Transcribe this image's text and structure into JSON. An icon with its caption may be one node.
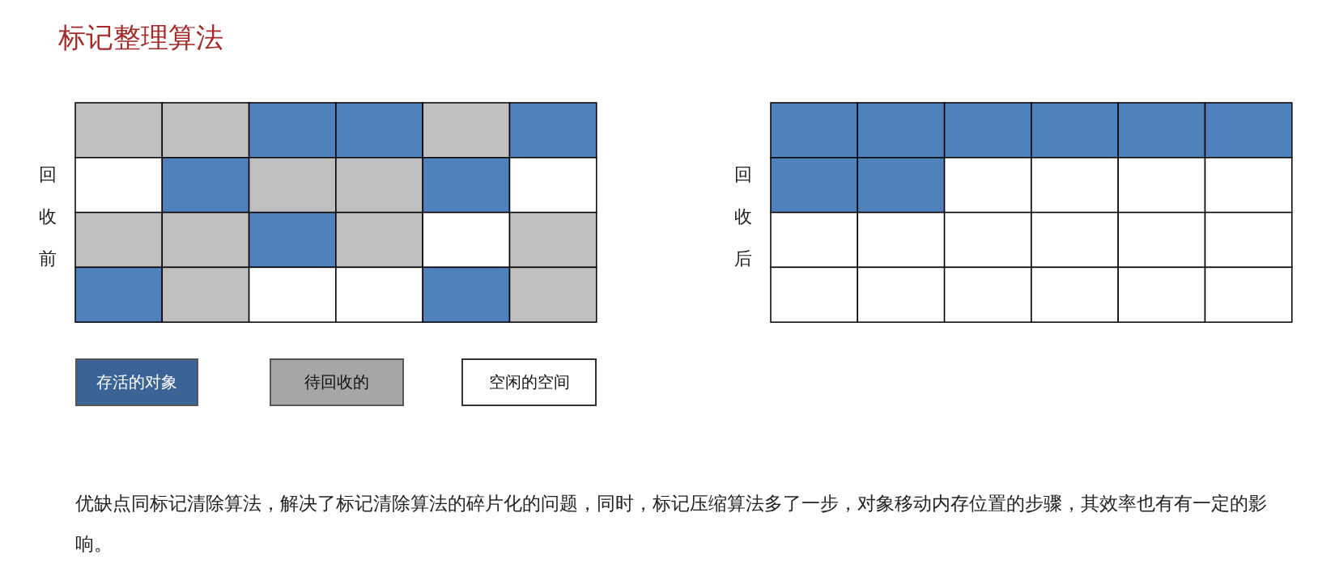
{
  "diagram": {
    "title": "标记整理算法",
    "labels": [
      "回收前",
      "回收后",
      "优缺点同标记清除算法，解决了标记清除算法的碎片化的问题，同时，标记压缩算法多了一步，对象移动内存位置的步骤，其效率也有有一定的影响。"
    ],
    "legend": [
      {
        "text": "存活的对象",
        "color": "#3b6496"
      },
      {
        "text": "待回收的",
        "color": "#a6a6a6"
      },
      {
        "text": "空闲的空间",
        "color": "#ffffff"
      }
    ]
  }
}
